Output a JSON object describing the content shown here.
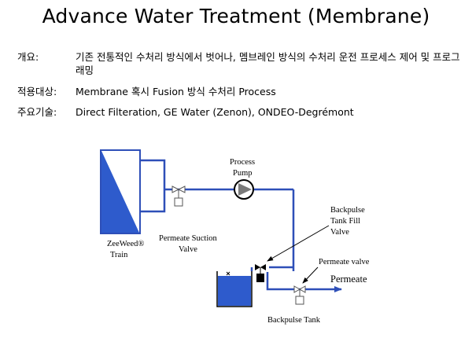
{
  "title": "Advance Water Treatment (Membrane)",
  "info": {
    "overview_label": "개요:",
    "overview_value": "기존 전통적인 수처리 방식에서 벗어나, 멤브레인 방식의 수처리 운전 프로세스 제어 및 프로그래밍",
    "target_label": "적용대상:",
    "target_value": "Membrane 혹시 Fusion 방식 수처리 Process",
    "tech_label": "주요기술:",
    "tech_value": "Direct Filteration, GE Water (Zenon), ONDEO-Degrémont"
  },
  "diagram": {
    "train_label": "ZeeWeed®",
    "train_label2": "Train",
    "suction_valve_label1": "Permeate Suction",
    "suction_valve_label2": "Valve",
    "pump_label1": "Process",
    "pump_label2": "Pump",
    "fill_valve_label1": "Backpulse",
    "fill_valve_label2": "Tank Fill",
    "fill_valve_label3": "Valve",
    "permeate_valve_label": "Permeate valve",
    "permeate_label": "Permeate",
    "tank_label": "Backpulse Tank",
    "colors": {
      "pipe": "#2e4fb8",
      "tank_fill": "#2e5bcc",
      "train_fill": "#2e5bcc",
      "line": "#000000"
    }
  }
}
